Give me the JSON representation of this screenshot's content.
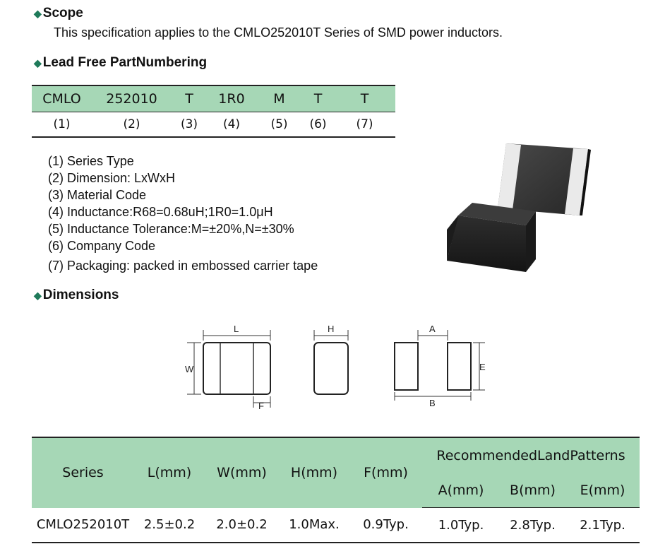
{
  "scope": {
    "heading": "Scope",
    "text": "This specification applies to the CMLO252010T Series of SMD power inductors."
  },
  "part_numbering": {
    "heading": "Lead Free PartNumbering",
    "codes": [
      "CMLO",
      "252010",
      "T",
      "1R0",
      "M",
      "T",
      "T"
    ],
    "indices": [
      "(1)",
      "(2)",
      "(3)",
      "(4)",
      "(5)",
      "(6)",
      "(7)"
    ],
    "descriptions": [
      "(1) Series Type",
      "(2) Dimension: LxWxH",
      "(3) Material Code",
      "(4) Inductance:R68=0.68uH;1R0=1.0μH",
      "(5) Inductance Tolerance:M=±20%,N=±30%",
      "(6) Company Code",
      "(7) Packaging: packed in embossed carrier tape"
    ]
  },
  "dimensions": {
    "heading": "Dimensions",
    "drawing_labels": {
      "L": "L",
      "W": "W",
      "F": "F",
      "H": "H",
      "A": "A",
      "B": "B",
      "E": "E"
    },
    "table": {
      "headers": [
        "Series",
        "L(mm)",
        "W(mm)",
        "H(mm)",
        "F(mm)"
      ],
      "group_header": "RecommendedLandPatterns",
      "sub_headers": [
        "A(mm)",
        "B(mm)",
        "E(mm)"
      ],
      "row": [
        "CMLO252010T",
        "2.5±0.2",
        "2.0±0.2",
        "1.0Max.",
        "0.9Typ.",
        "1.0Typ.",
        "2.8Typ.",
        "2.1Typ."
      ]
    }
  },
  "colors": {
    "header_fill": "#a6d7b6",
    "bullet": "#1f7a5a"
  }
}
